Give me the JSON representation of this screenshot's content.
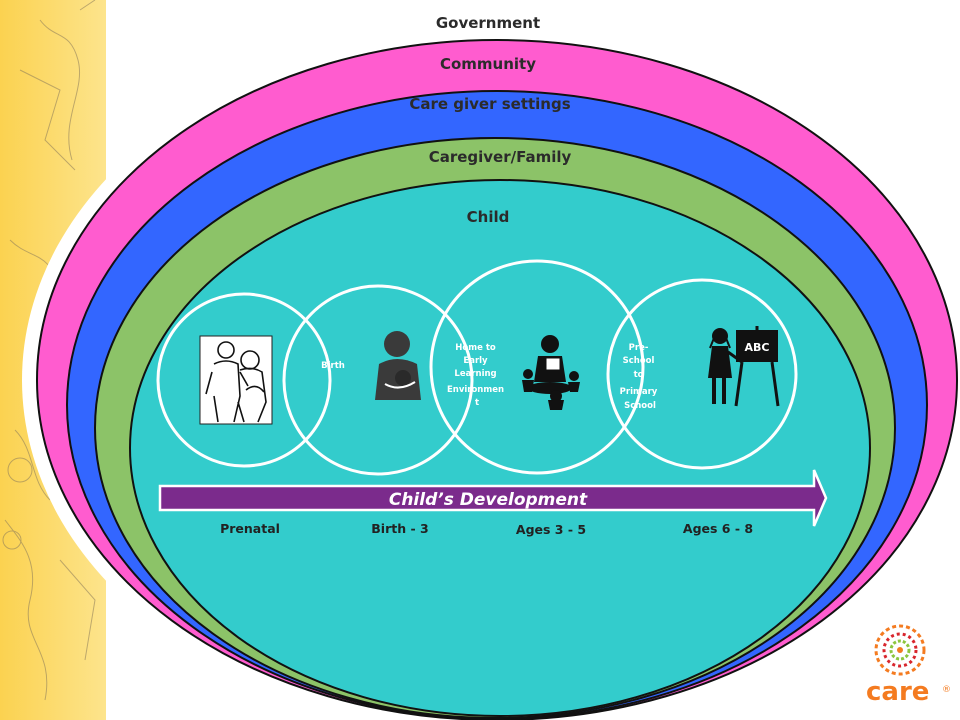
{
  "colors": {
    "sidebar": "#fcd25b",
    "government": "#ffffff",
    "community": "#ff5ccf",
    "care_giver_settings": "#3366ff",
    "caregiver_family": "#8cc368",
    "child": "#33cccc",
    "arrow": "#7b2b8c",
    "brand_orange": "#f47b20",
    "brand_red": "#d8262d",
    "brand_green": "#8dc63f"
  },
  "layers": {
    "government": "Government",
    "community": "Community",
    "care_giver_settings": "Care giver settings",
    "caregiver_family": "Caregiver/Family",
    "child": "Child"
  },
  "stages": [
    {
      "label": "",
      "icon": "parents-icon"
    },
    {
      "label": "Birth",
      "icon": "mother-baby-icon"
    },
    {
      "label": "Home to Early Learning Environmen t",
      "lines": [
        "Home to",
        "Early",
        "Learning",
        "Environmen",
        "t"
      ],
      "icon": "reading-group-icon"
    },
    {
      "label": "Pre-School to Primary School",
      "lines": [
        "Pre-",
        "School",
        "to",
        "Primary",
        "School"
      ],
      "icon": "child-chalkboard-icon"
    }
  ],
  "chalkboard_text": "ABC",
  "arrow_label": "Child’s Development",
  "ages": [
    "Prenatal",
    "Birth - 3",
    "Ages 3 - 5",
    "Ages 6 - 8"
  ],
  "brand": {
    "name": "care",
    "mark": "®"
  }
}
